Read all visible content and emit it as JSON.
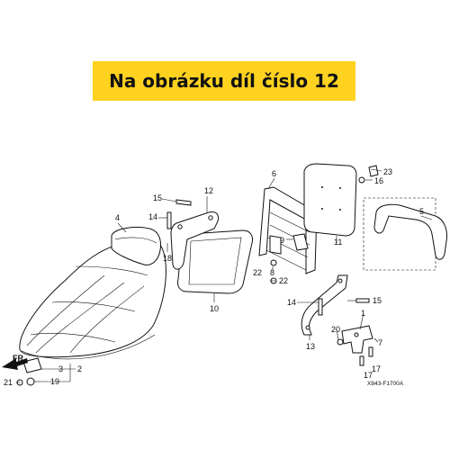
{
  "banner": {
    "text": "Na obrázku díl číslo 12"
  },
  "diagram": {
    "code": "X843-F1700A",
    "direction_label": "FR.",
    "labels": {
      "l2": "2",
      "l3": "3",
      "l4": "4",
      "l5": "5",
      "l6": "6",
      "l7": "7",
      "l8": "8",
      "l9": "9",
      "l10": "10",
      "l11": "11",
      "l12": "12",
      "l13": "13",
      "l14a": "14",
      "l14b": "14",
      "l15a": "15",
      "l15b": "15",
      "l16": "16",
      "l17a": "17",
      "l17b": "17",
      "l18": "18",
      "l19": "19",
      "l20": "20",
      "l21": "21",
      "l22a": "22",
      "l22b": "22",
      "l23": "23"
    }
  }
}
